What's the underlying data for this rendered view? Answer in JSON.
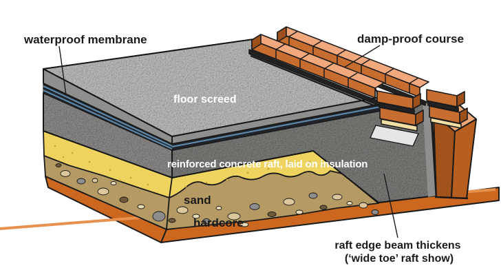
{
  "diagram": {
    "type": "construction cutaway diagram",
    "subject": "raft foundation floor build-up"
  },
  "labels": {
    "waterproof_membrane": "waterproof membrane",
    "damp_proof_course": "damp-proof course",
    "floor_screed": "floor screed",
    "raft": "reinforced concrete raft, laid on insulation",
    "sand": "sand",
    "hardcore": "hardcore",
    "raft_edge_line1": "raft edge beam thickens",
    "raft_edge_line2": "(‘wide toe’ raft show)"
  },
  "colors": {
    "background": "#ffffff",
    "outline": "#1a1a1a",
    "screed_top": "#bdbdbb",
    "screed_edge": "#8f8f8d",
    "membrane_dark": "#20242a",
    "membrane_blue": "#5d87a8",
    "raft_front": "#7c7b79",
    "raft_left": "#8c8b89",
    "sand": "#eed45f",
    "sand_dot": "#c8a23c",
    "hardcore": "#b59a63",
    "stone_tan": "#dcc89c",
    "stone_gray": "#8d8d8d",
    "stone_dark": "#6e5a38",
    "stone_cream": "#e9ddb9",
    "insulation_base": "#cc6720",
    "insulation_base_top": "#e8914f",
    "upstand_left": "#a2521b",
    "upstand_right": "#b85e1e",
    "upstand_top": "#f0a878",
    "brick_top": "#f2a87d",
    "brick_front": "#c76d30",
    "brick_side": "#9d4f1c",
    "dpc_dark": "#222222",
    "cavity_dark": "#2e2c2a",
    "cream_strip": "#f2dfa6",
    "ledge": "#e6e6e4",
    "seam_gray": "#8e8e8c",
    "label_dark": "#1a1a1a",
    "label_light": "#ffffff"
  }
}
